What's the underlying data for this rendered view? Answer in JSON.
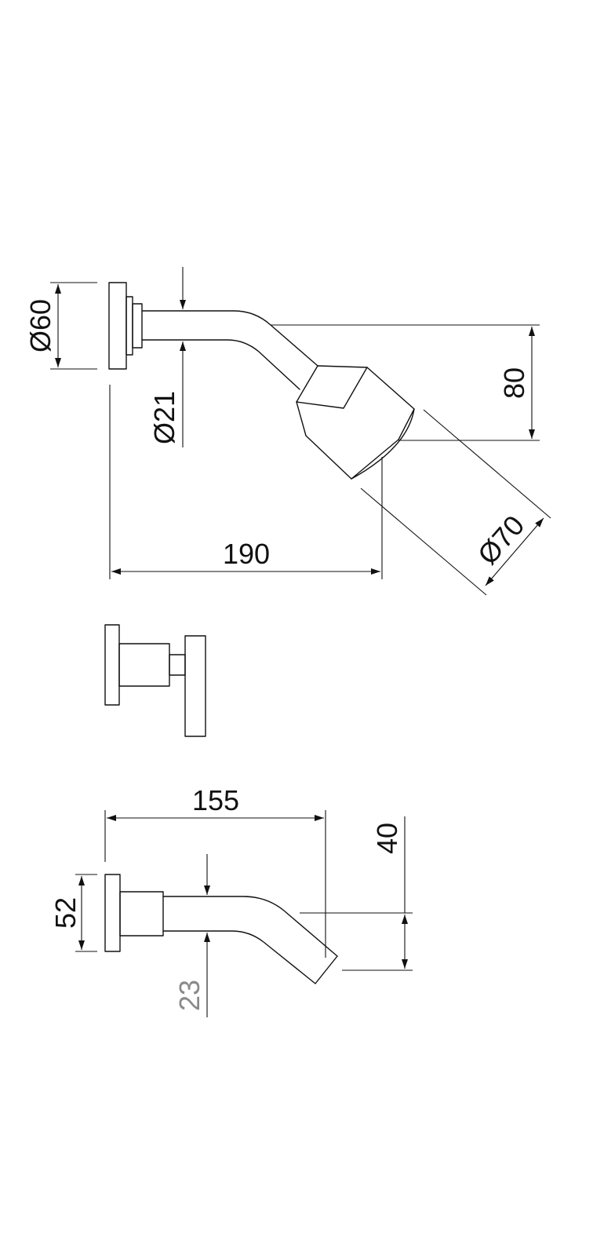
{
  "drawing": {
    "views": [
      "shower-head-side-view",
      "valve-side-view",
      "spout-side-view"
    ],
    "shower": {
      "flange_diameter": "Ø60",
      "arm_diameter": "Ø21",
      "drop": "80",
      "projection": "190",
      "head_diameter": "Ø70"
    },
    "spout": {
      "projection": "155",
      "drop": "40",
      "flange_height": "52",
      "diameter": "23"
    },
    "colors": {
      "line": "#111111",
      "faded_label": "#8a8a8a",
      "background": "#ffffff"
    }
  }
}
